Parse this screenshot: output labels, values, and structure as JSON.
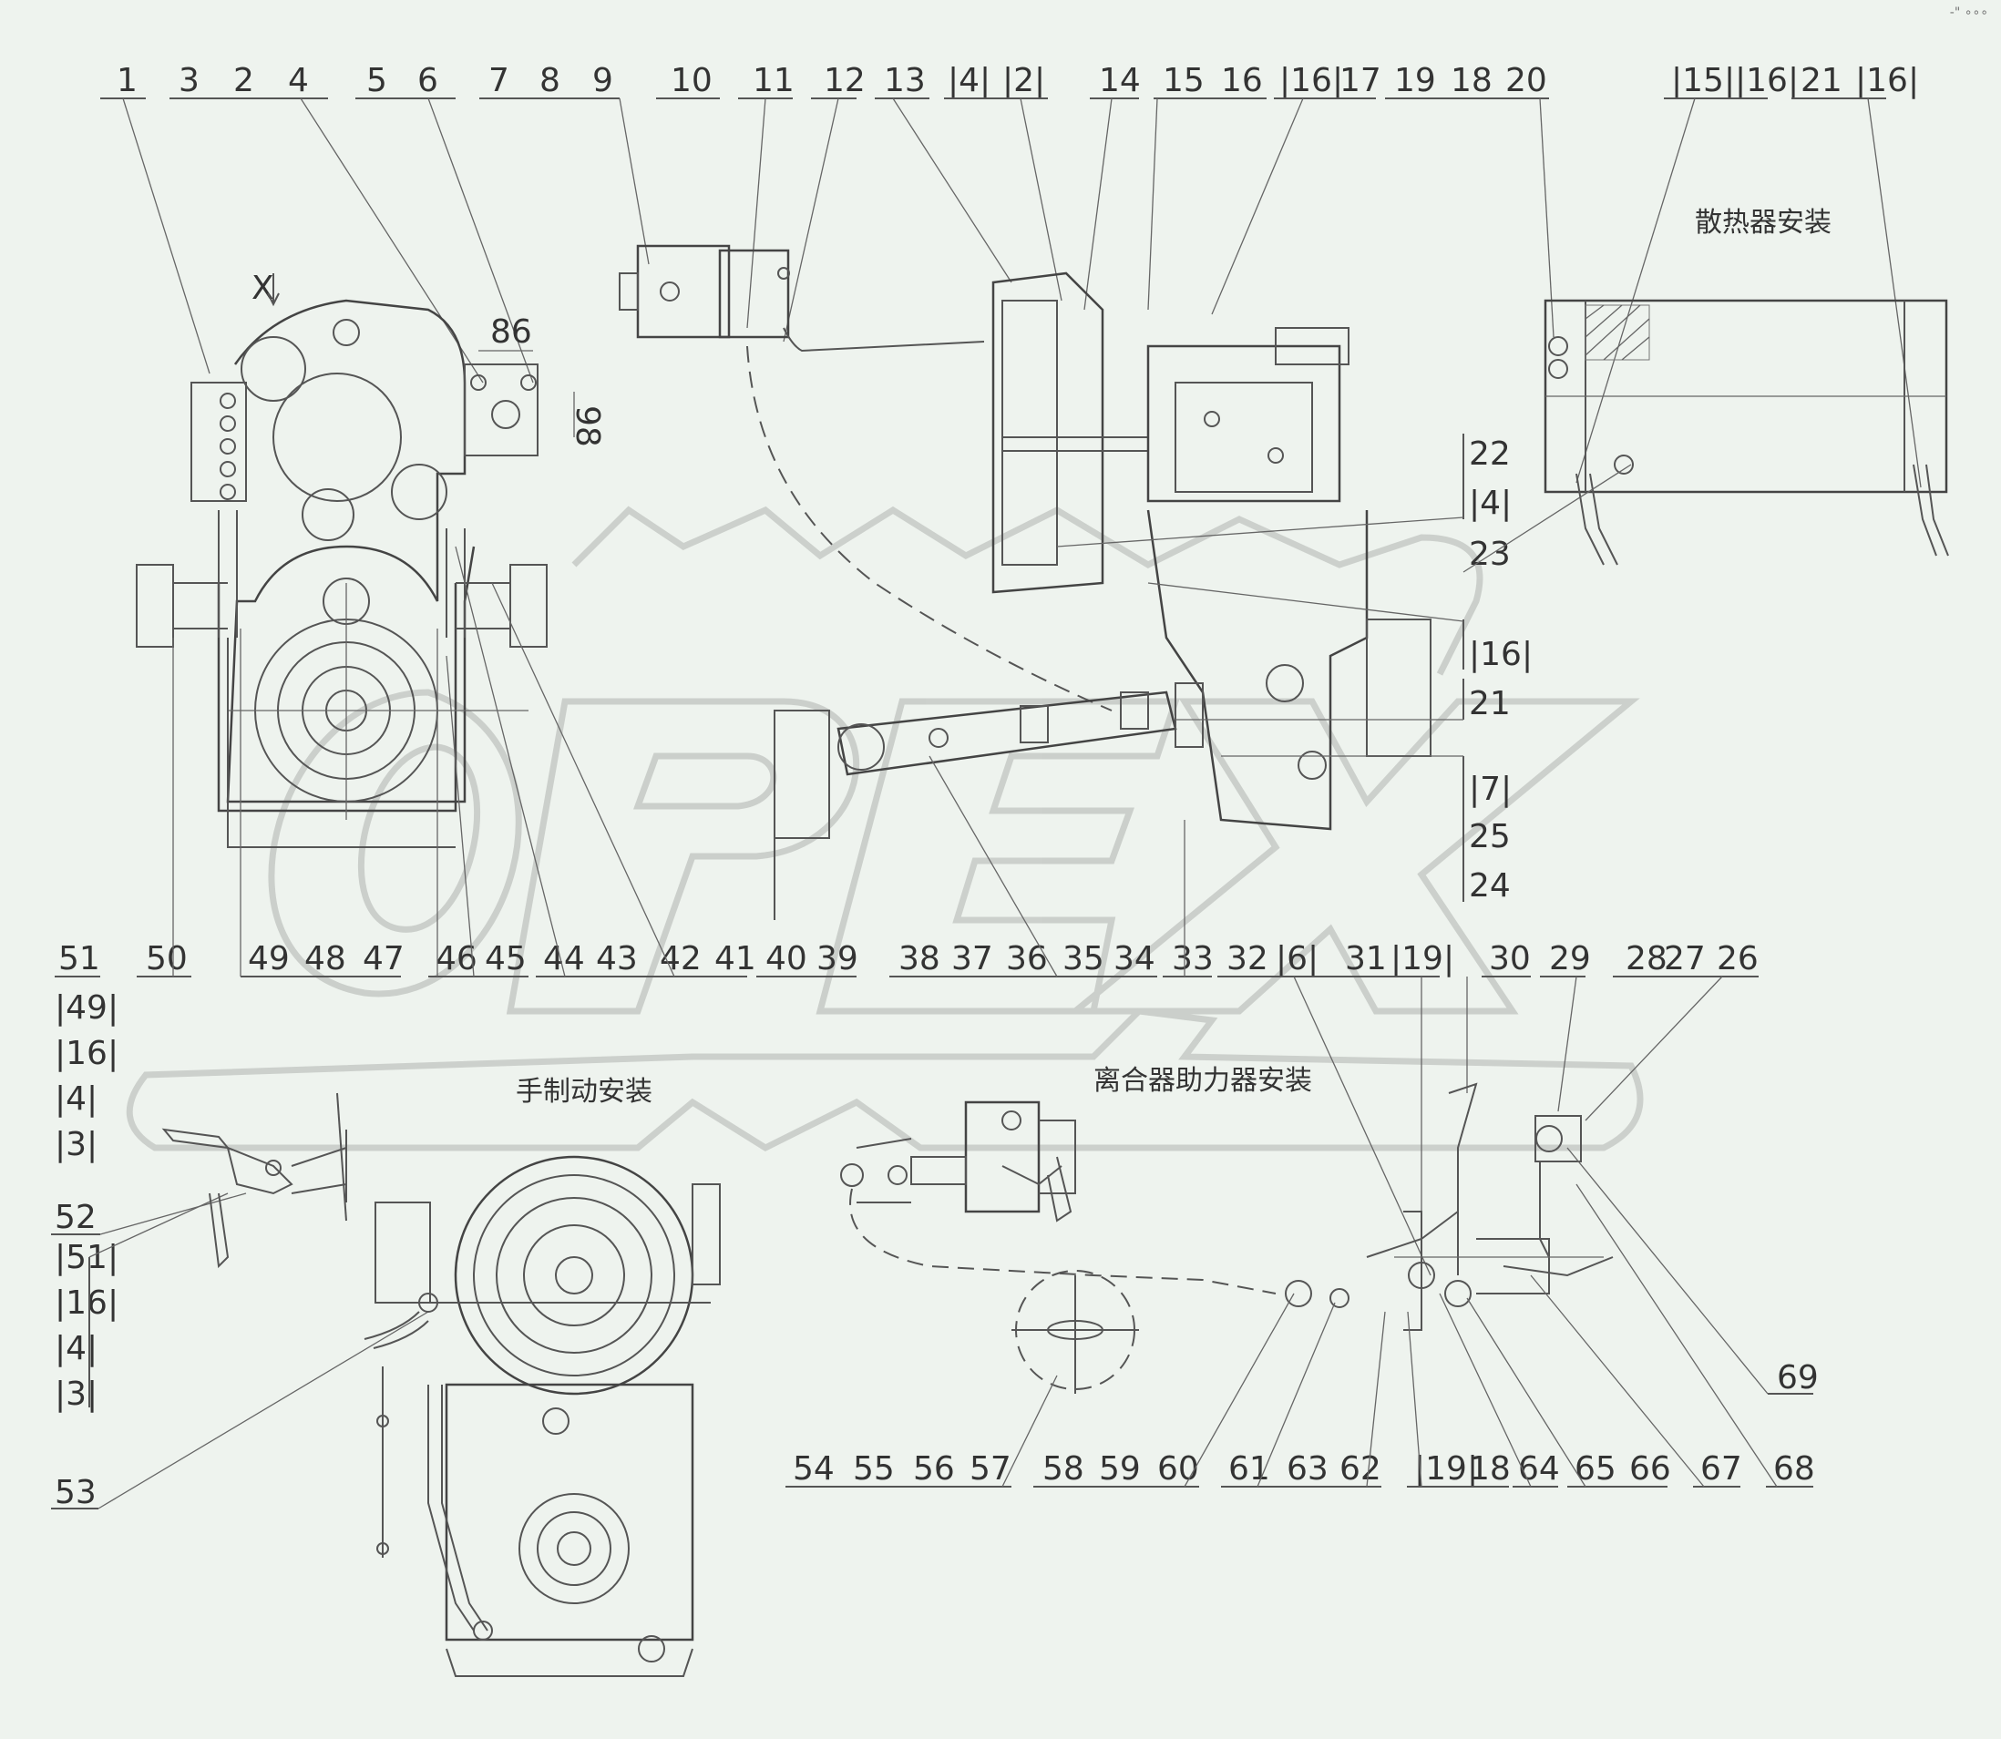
{
  "diagram": {
    "captions": {
      "radiator": "散热器安装",
      "hand_brake": "手制动安装",
      "clutch_booster": "离合器助力器安装"
    },
    "dimensions": {
      "horizontal": "86",
      "vertical": "98",
      "view_marker": "X"
    },
    "watermark": "OPEX",
    "corner_mark": "-\" ∘∘∘",
    "top_labels": [
      "1",
      "3",
      "2",
      "4",
      "5",
      "6",
      "7",
      "8",
      "9",
      "10",
      "11",
      "12",
      "13",
      "|4|",
      "|2|",
      "14",
      "15",
      "16",
      "|16|",
      "17",
      "19",
      "18",
      "20",
      "|15|",
      "|16|",
      "21",
      "|16|"
    ],
    "right_labels": [
      "22",
      "|4|",
      "23",
      "|16|",
      "21",
      "|7|",
      "25",
      "24"
    ],
    "middle_labels": [
      "51",
      "50",
      "49",
      "48",
      "47",
      "46",
      "45",
      "44",
      "43",
      "42",
      "41",
      "40",
      "39",
      "38",
      "37",
      "36",
      "35",
      "34",
      "33",
      "32",
      "|6|",
      "31",
      "|19|",
      "30",
      "29",
      "28",
      "27",
      "26"
    ],
    "left_stack_upper": [
      "|49|",
      "|16|",
      "|4|",
      "|3|"
    ],
    "left_stack_lower": [
      "|51|",
      "|16|",
      "|4|",
      "|3|"
    ],
    "single_labels": [
      "52",
      "53",
      "69"
    ],
    "bottom_labels": [
      "54",
      "55",
      "56",
      "57",
      "58",
      "59",
      "60",
      "61",
      "63",
      "62",
      "|19|",
      "18",
      "64",
      "65",
      "66",
      "67",
      "68"
    ]
  }
}
